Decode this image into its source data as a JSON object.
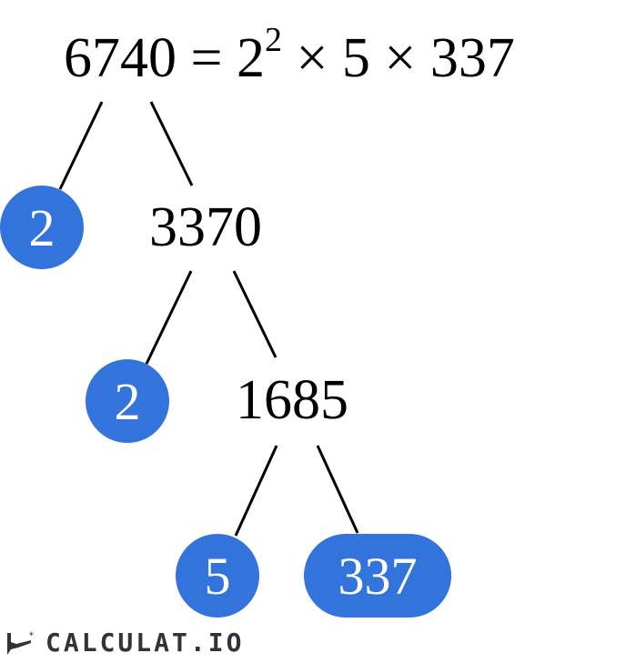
{
  "equation": {
    "base": "6740 = 2",
    "exponent": "2",
    "rest": " × 5 × 337"
  },
  "tree": {
    "composites": [
      "3370",
      "1685"
    ],
    "primes": [
      "2",
      "2",
      "5",
      "337"
    ],
    "prime_color": "#3273dc"
  },
  "logo": {
    "text": "CALCULAT.IO"
  }
}
